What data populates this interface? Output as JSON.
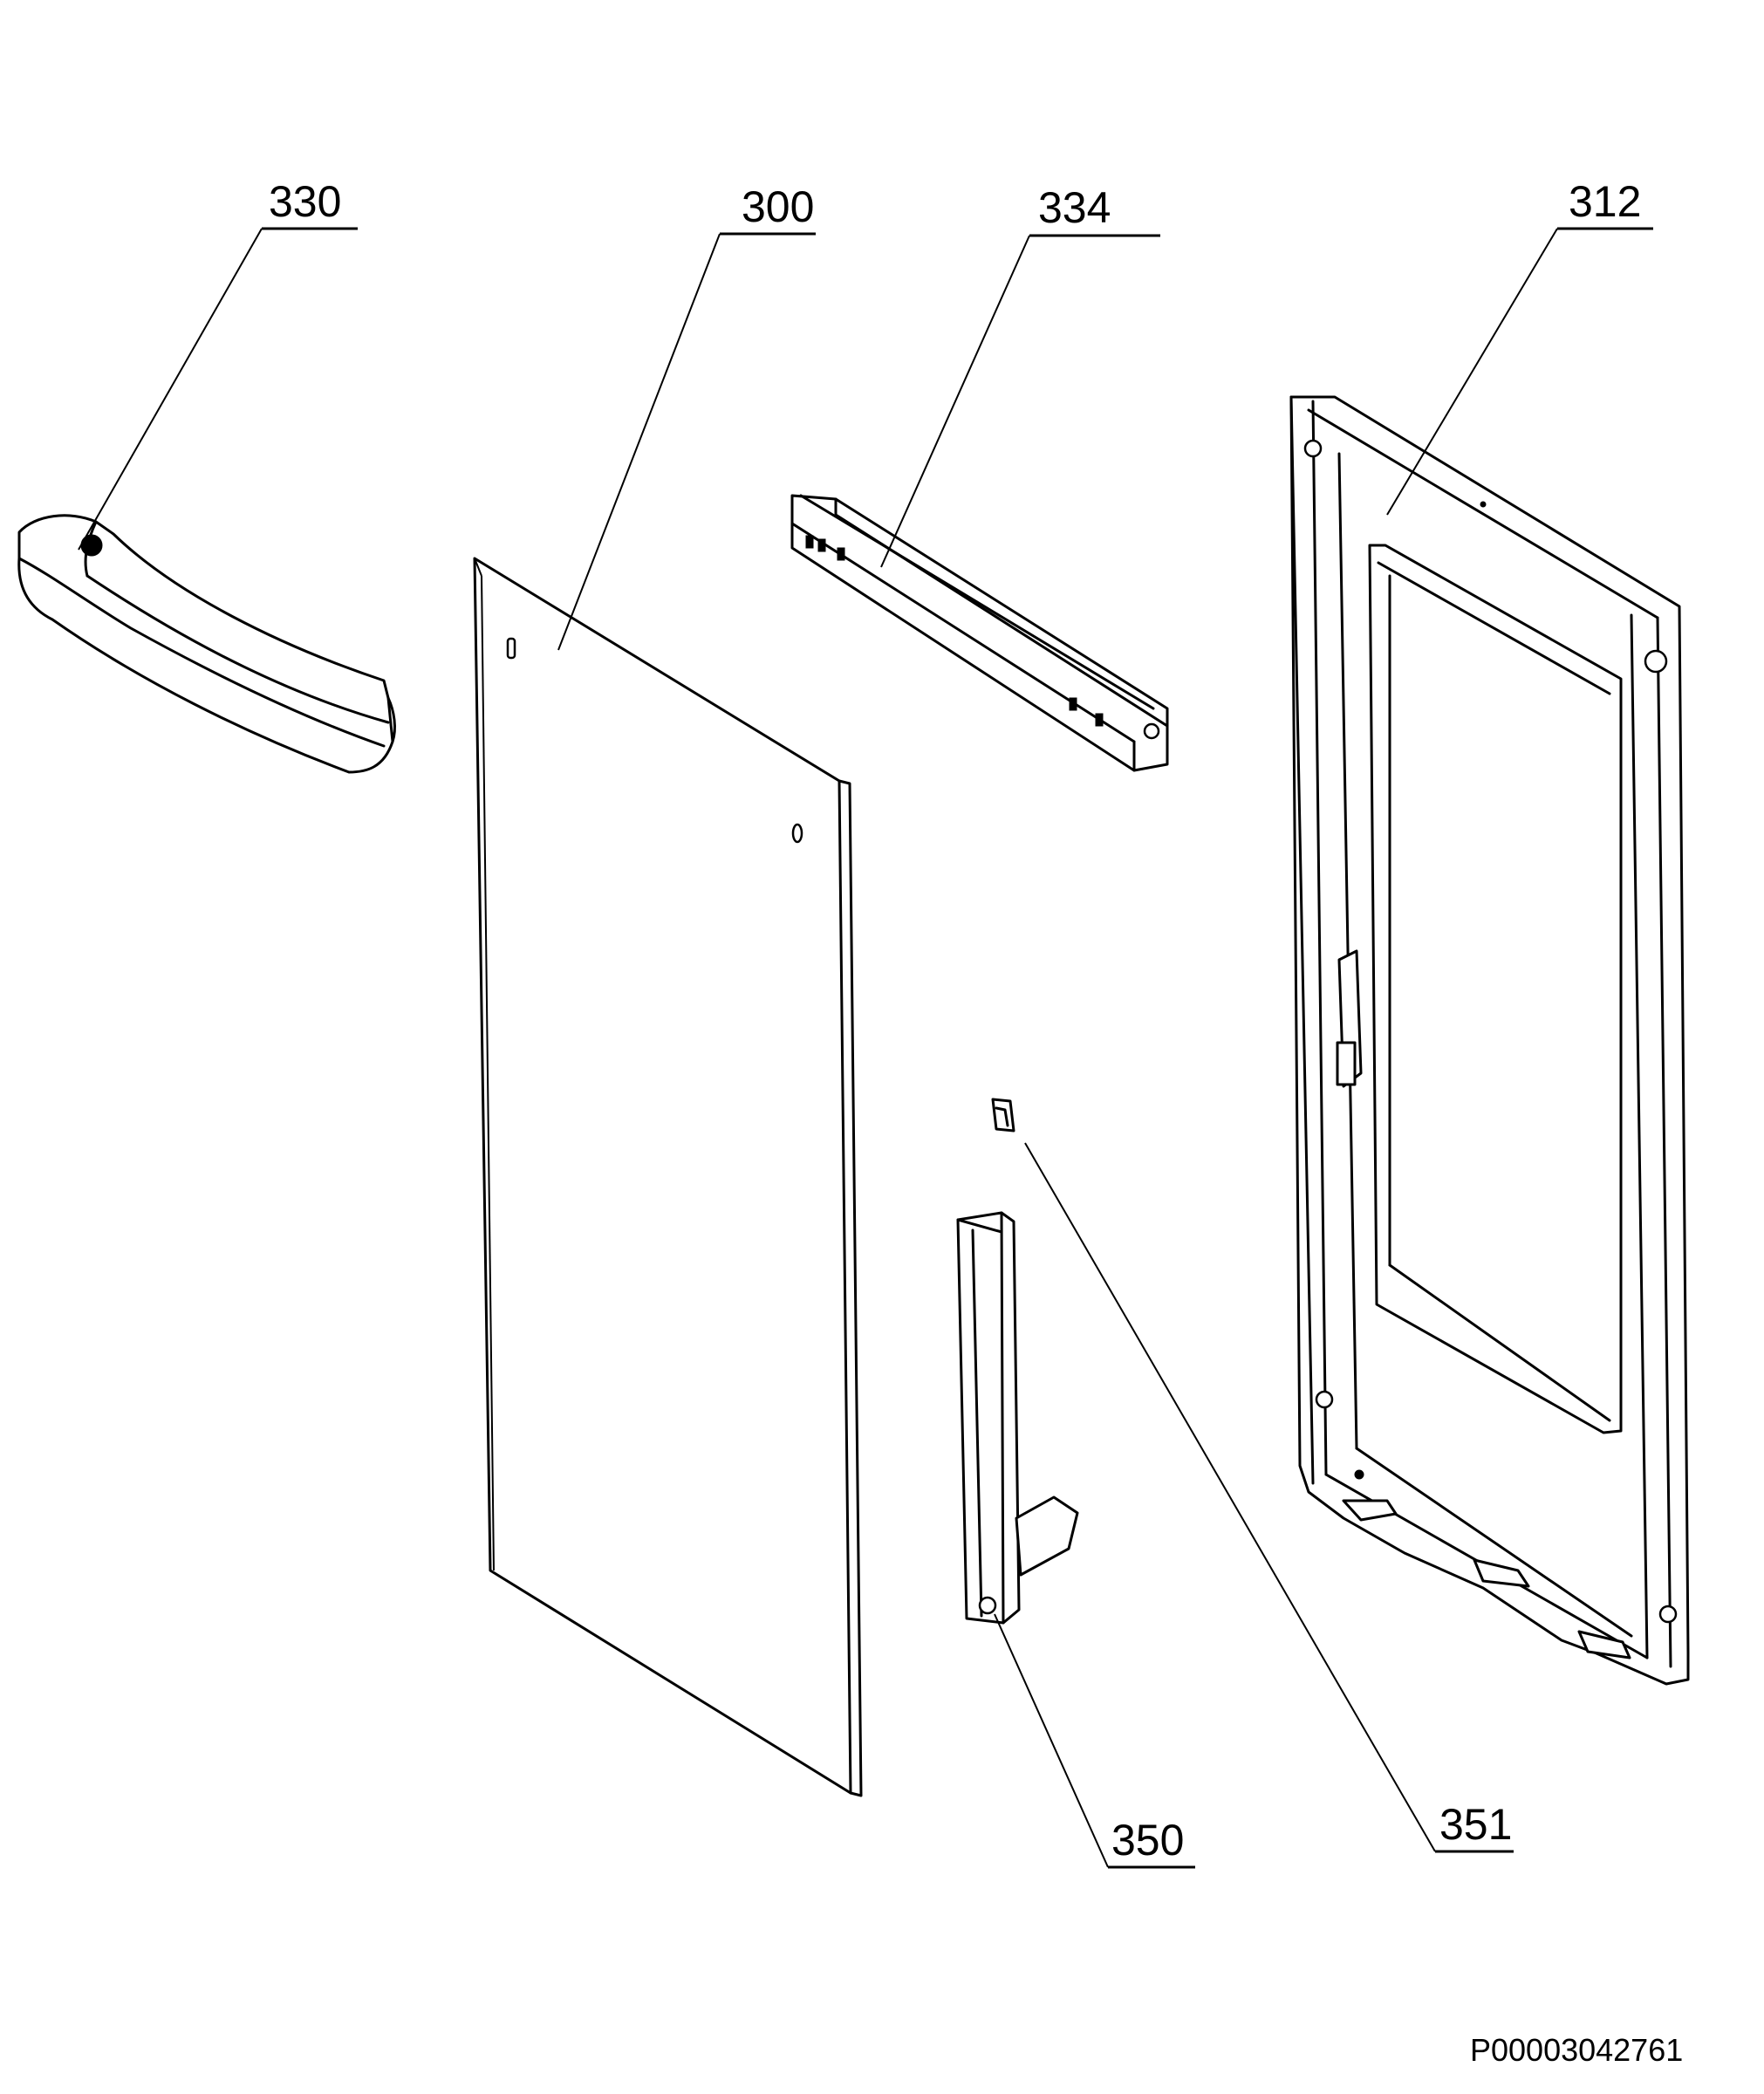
{
  "diagram": {
    "type": "exploded parts diagram",
    "callouts": {
      "handle": "330",
      "outer_panel": "300",
      "top_bracket": "334",
      "inner_frame": "312",
      "hinge": "350",
      "clip": "351"
    },
    "document_id": "P00003042761"
  }
}
